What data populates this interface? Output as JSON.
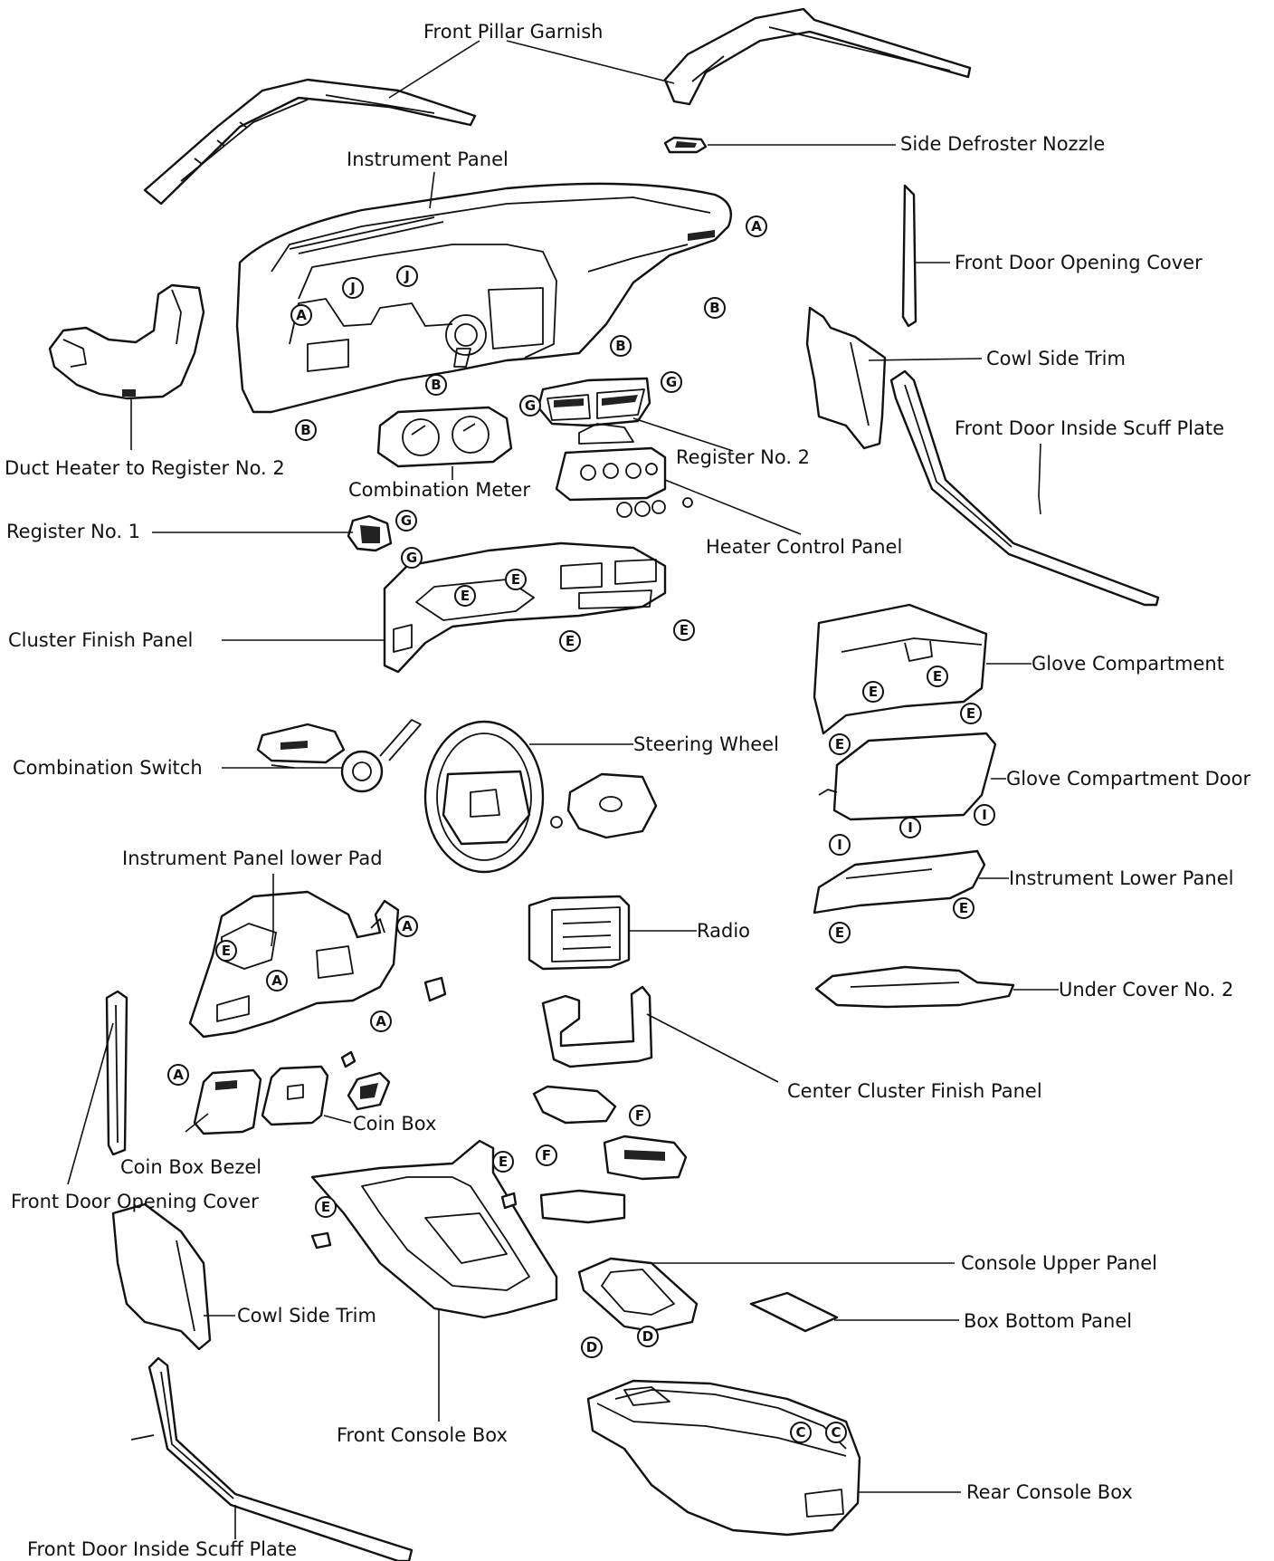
{
  "labels": {
    "front_pillar_garnish": "Front Pillar Garnish",
    "side_defroster_nozzle": "Side Defroster Nozzle",
    "instrument_panel": "Instrument Panel",
    "front_door_opening_cover_right": "Front Door Opening Cover",
    "cowl_side_trim_right": "Cowl Side Trim",
    "front_door_inside_scuff_plate_right": "Front Door Inside Scuff Plate",
    "duct_heater_to_register_no2": "Duct Heater to Register No. 2",
    "register_no2": "Register No. 2",
    "combination_meter": "Combination Meter",
    "register_no1": "Register No. 1",
    "heater_control_panel": "Heater Control Panel",
    "cluster_finish_panel": "Cluster Finish Panel",
    "glove_compartment": "Glove Compartment",
    "steering_wheel": "Steering Wheel",
    "combination_switch": "Combination Switch",
    "glove_compartment_door": "Glove Compartment Door",
    "instrument_panel_lower_pad": "Instrument Panel lower Pad",
    "instrument_lower_panel": "Instrument Lower Panel",
    "radio": "Radio",
    "under_cover_no2": "Under Cover No. 2",
    "center_cluster_finish_panel": "Center Cluster Finish Panel",
    "coin_box": "Coin Box",
    "coin_box_bezel": "Coin Box Bezel",
    "front_door_opening_cover_left": "Front Door Opening Cover",
    "console_upper_panel": "Console Upper Panel",
    "cowl_side_trim_left": "Cowl Side Trim",
    "box_bottom_panel": "Box Bottom Panel",
    "front_console_box": "Front Console Box",
    "rear_console_box": "Rear Console Box",
    "front_door_inside_scuff_plate_left": "Front Door Inside Scuff Plate"
  },
  "fastener_markers": {
    "A": "A",
    "B": "B",
    "C": "C",
    "D": "D",
    "E": "E",
    "F": "F",
    "G": "G",
    "I": "I",
    "J": "J"
  }
}
